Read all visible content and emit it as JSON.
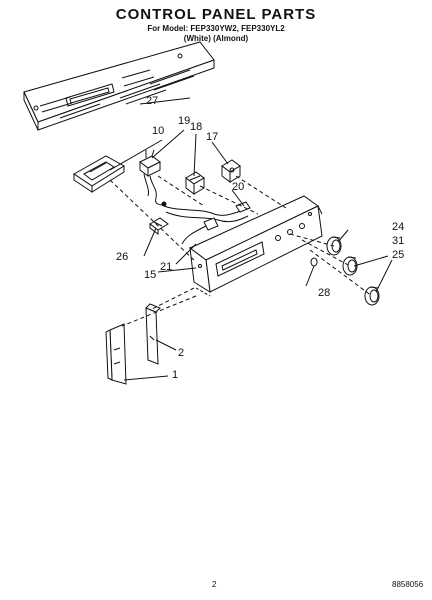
{
  "header": {
    "title": "CONTROL PANEL PARTS",
    "model_line": "For Model: FEP330YW2, FEP330YL2",
    "color_line": "(White)       (Almond)"
  },
  "parts": {
    "p1": "1",
    "p2": "2",
    "p10": "10",
    "p15": "15",
    "p17": "17",
    "p18": "18",
    "p19": "19",
    "p20": "20",
    "p21": "21",
    "p24": "24",
    "p25": "25",
    "p26": "26",
    "p27": "27",
    "p28": "28",
    "p31": "31"
  },
  "footer": {
    "page": "2",
    "figure": "8858056"
  }
}
